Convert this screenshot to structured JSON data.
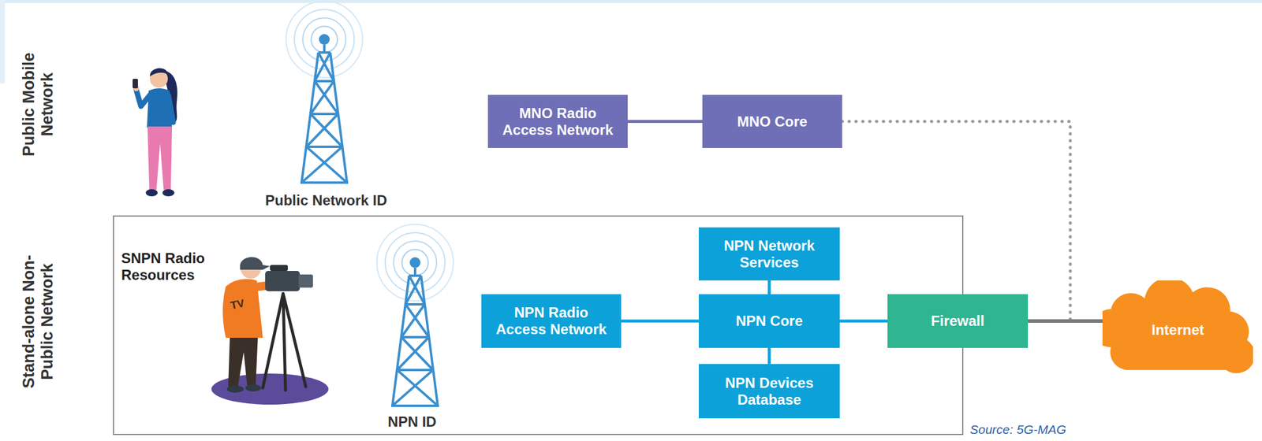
{
  "diagram": {
    "nodes": [
      {
        "text": [
          "MNO Radio Access Network"
        ]
      },
      {
        "text": [
          "MNO Core"
        ]
      },
      {
        "text": [
          "SNPN Radio Resources"
        ]
      },
      {
        "text": [
          "NPN Network Services"
        ],
        "in": 2
      },
      {
        "text": [
          "NPN Radio Access Network"
        ],
        "in": 2
      },
      {
        "text": [
          "NPN Core"
        ],
        "in": 2
      },
      {
        "text": [
          "NPN Devices Database"
        ],
        "in": 2
      },
      {
        "text": [
          "Firewall"
        ]
      },
      {
        "text": [
          "Internet"
        ]
      }
    ],
    "edges": [
      {
        "from": 0,
        "to": 1,
        "arrow": "none"
      },
      {
        "from": 1,
        "to": 8,
        "arrow": "none"
      },
      {
        "from": 4,
        "to": 5,
        "arrow": "none"
      },
      {
        "from": 5,
        "to": 3,
        "arrow": "none"
      },
      {
        "from": 5,
        "to": 6,
        "arrow": "none"
      },
      {
        "from": 5,
        "to": 7,
        "arrow": "none"
      },
      {
        "from": 7,
        "to": 8,
        "arrow": "none"
      }
    ],
    "labels": [
      "Public Mobile Network",
      "Stand-alone Non-Public Network",
      "Public Network ID",
      "TV",
      "NPN ID",
      "Source: 5G-MAG"
    ]
  }
}
